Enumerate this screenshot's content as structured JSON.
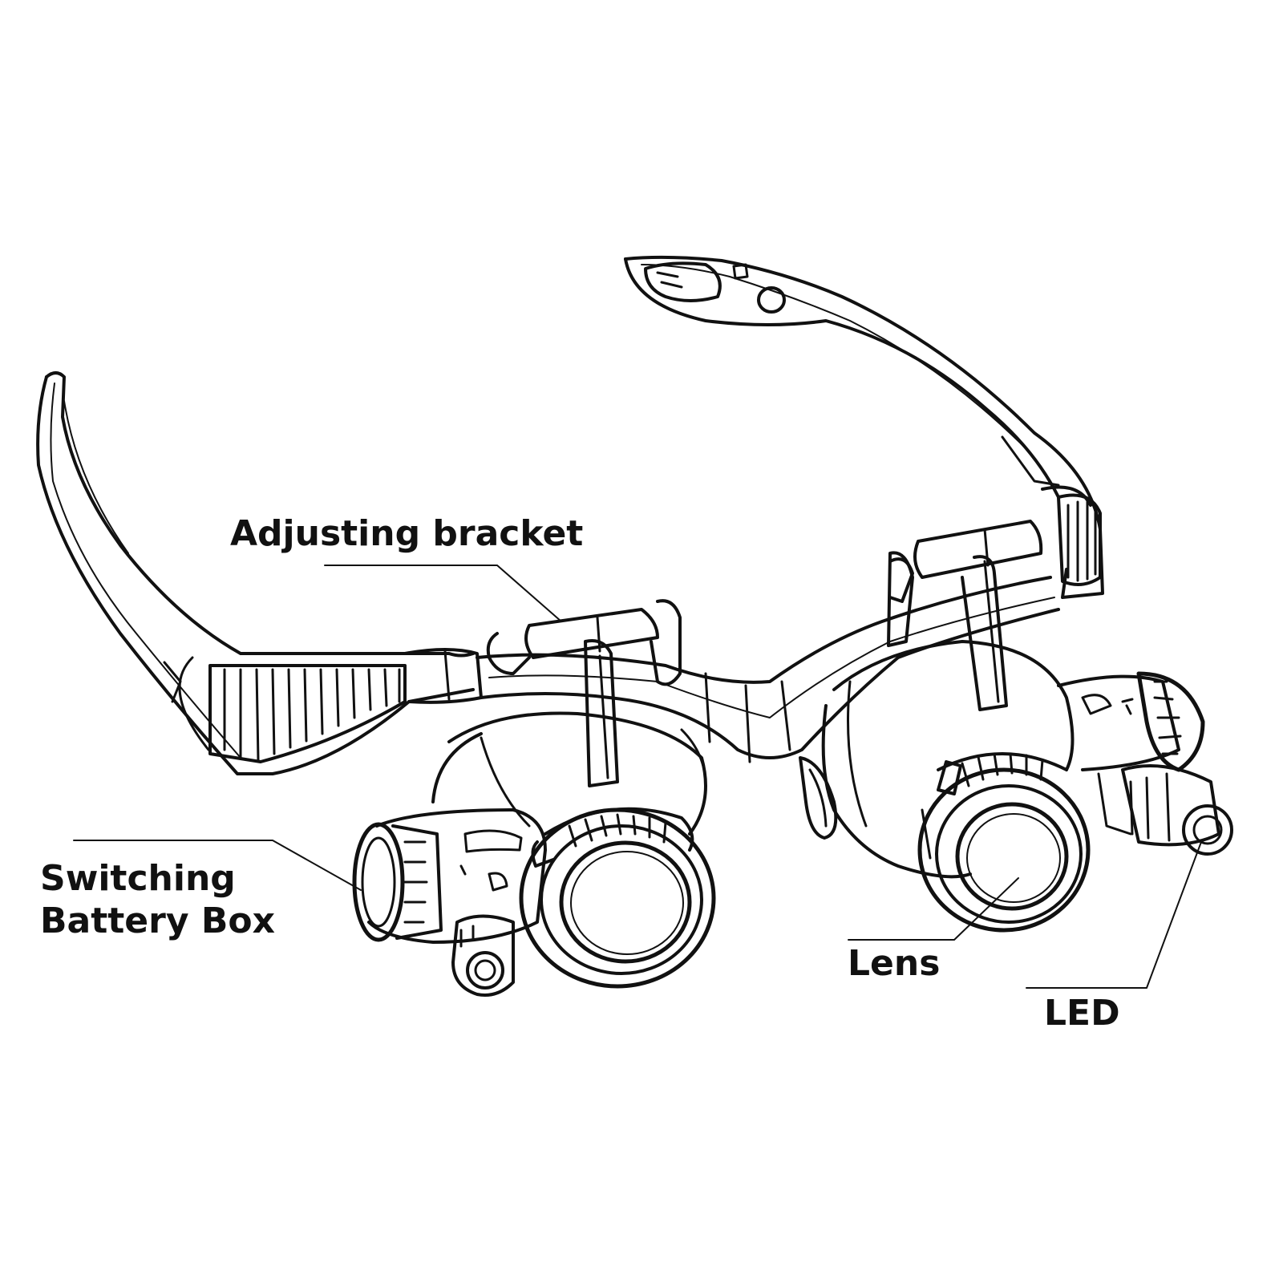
{
  "labels": {
    "adjusting_bracket": "Adjusting bracket",
    "switching_line1": "Switching",
    "switching_line2": "Battery Box",
    "lens": "Lens",
    "led": "LED"
  },
  "colors": {
    "ink": "#111111",
    "background": "#ffffff"
  }
}
